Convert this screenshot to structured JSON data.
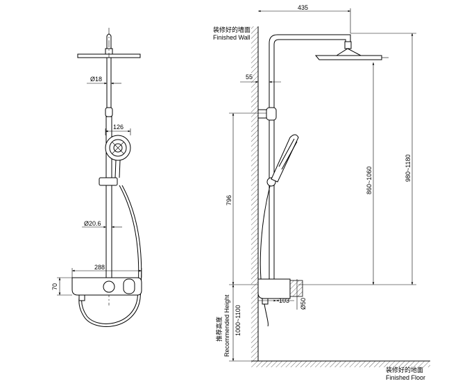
{
  "dimensions": {
    "top_width": "435",
    "wall_offset": "55",
    "head_height": "980~1180",
    "arm_height": "860~1060",
    "holder_height": "796",
    "recommended_height": "1000~1100",
    "base_depth": "103",
    "base_dia": "Ø50",
    "riser_dia_top": "Ø18",
    "handshower_width": "126",
    "riser_dia_lower": "Ø20.6",
    "thermostat_width": "288",
    "thermostat_height": "70"
  },
  "labels": {
    "wall_cn": "装修好的墙面",
    "wall_en": "Finished Wall",
    "floor_cn": "装修好的地面",
    "floor_en": "Finished Floor",
    "rec_cn": "推荐高度",
    "rec_en": "Recommended Height"
  },
  "colors": {
    "line": "#000000",
    "background": "#ffffff"
  }
}
